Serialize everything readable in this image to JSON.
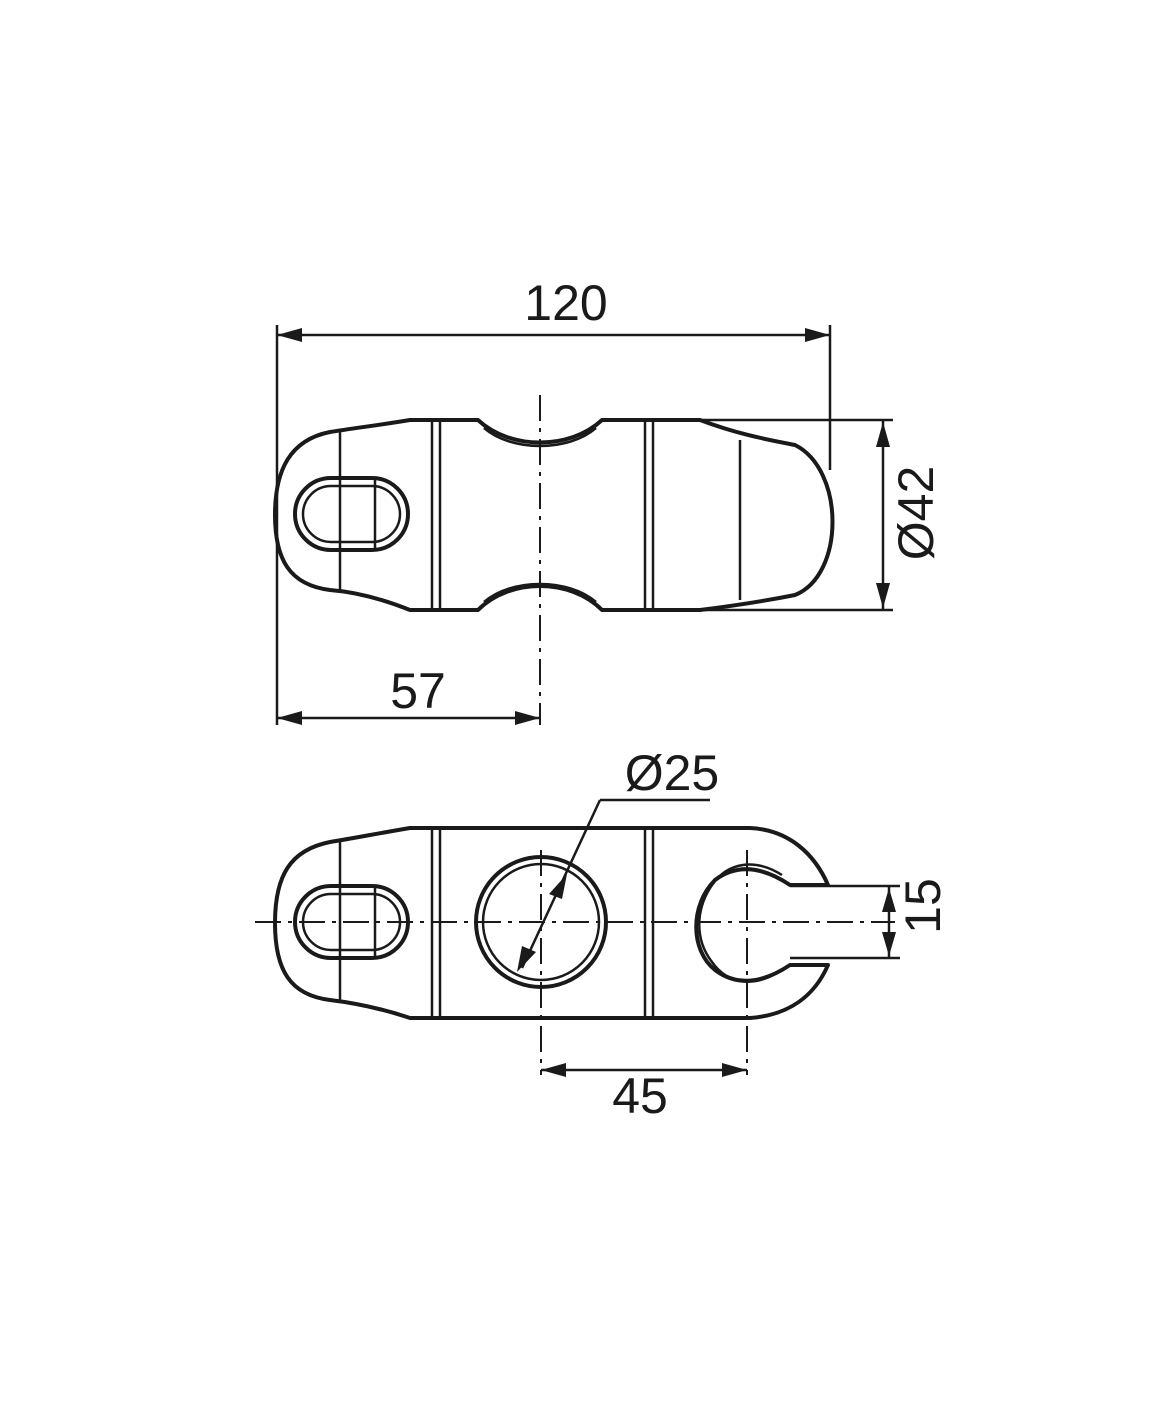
{
  "dimensions": {
    "overall_length": "120",
    "clamp_diameter": "Ø42",
    "center_offset": "57",
    "hole_diameter": "Ø25",
    "hole_spacing": "45",
    "slot_width": "15"
  }
}
